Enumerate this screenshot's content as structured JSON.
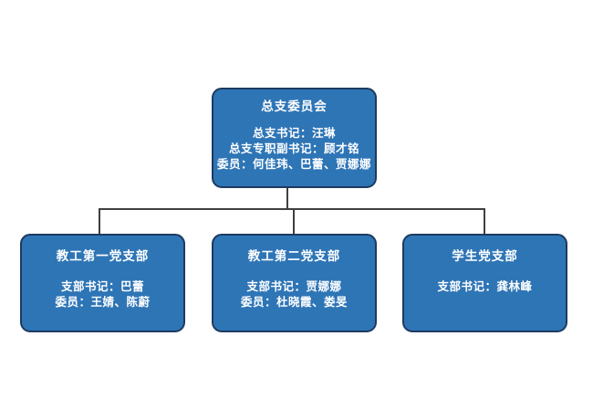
{
  "theme": {
    "background": "#ffffff",
    "node-fill": "#2e75b6",
    "node-border": "#1e3a5f",
    "node-text": "#ffffff",
    "connector": "#3f3f3f"
  },
  "chart": {
    "root": {
      "title": "总支委员会",
      "lines": [
        "总支书记：汪琳",
        "总支专职副书记：顾才铭",
        "委员：何佳玮、巴蕾、贾娜娜"
      ]
    },
    "branches": [
      {
        "title": "教工第一党支部",
        "lines": [
          "支部书记：巴蕾",
          "委员：王婧、陈蔚"
        ]
      },
      {
        "title": "教工第二党支部",
        "lines": [
          "支部书记：贾娜娜",
          "委员：杜晓霞、娄旻"
        ]
      },
      {
        "title": "学生党支部",
        "lines": [
          "支部书记：龚林峰"
        ]
      }
    ]
  }
}
